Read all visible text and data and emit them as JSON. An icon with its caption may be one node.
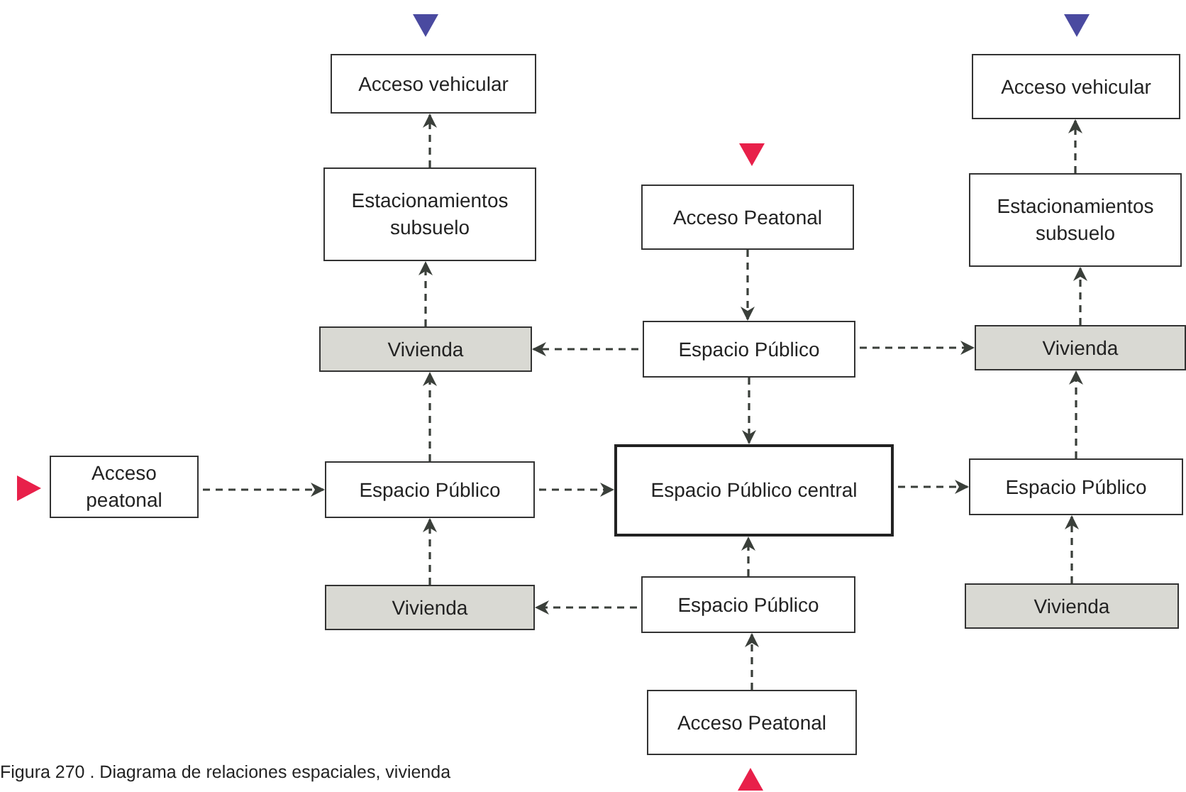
{
  "diagram": {
    "caption": "Figura 270 . Diagrama de relaciones espaciales, vivienda",
    "nodes": [
      {
        "text": [
          "Acceso vehicular"
        ]
      },
      {
        "text": [
          "Estacionamientos subsuelo"
        ]
      },
      {
        "text": [
          "Acceso Peatonal"
        ]
      },
      {
        "text": [
          "Acceso vehicular"
        ]
      },
      {
        "text": [
          "Estacionamientos subsuelo"
        ]
      },
      {
        "text": [
          "Vivienda"
        ]
      },
      {
        "text": [
          "Espacio Público"
        ]
      },
      {
        "text": [
          "Vivienda"
        ]
      },
      {
        "text": [
          "Acceso peatonal"
        ]
      },
      {
        "text": [
          "Espacio Público"
        ]
      },
      {
        "text": [
          "Espacio Público central"
        ]
      },
      {
        "text": [
          "Espacio Público"
        ]
      },
      {
        "text": [
          "Vivienda"
        ]
      },
      {
        "text": [
          "Espacio Público"
        ]
      },
      {
        "text": [
          "Vivienda"
        ]
      },
      {
        "text": [
          "Acceso Peatonal"
        ]
      }
    ],
    "edges": [
      {
        "from": 1,
        "to": 0,
        "arrow": "to",
        "style": "dashed"
      },
      {
        "from": 5,
        "to": 1,
        "arrow": "to",
        "style": "dashed"
      },
      {
        "from": 4,
        "to": 3,
        "arrow": "to",
        "style": "dashed"
      },
      {
        "from": 7,
        "to": 4,
        "arrow": "to",
        "style": "dashed"
      },
      {
        "from": 2,
        "to": 6,
        "arrow": "to",
        "style": "dashed"
      },
      {
        "from": 6,
        "to": 5,
        "arrow": "to",
        "style": "dashed"
      },
      {
        "from": 6,
        "to": 7,
        "arrow": "to",
        "style": "dashed"
      },
      {
        "from": 6,
        "to": 10,
        "arrow": "to",
        "style": "dashed"
      },
      {
        "from": 9,
        "to": 5,
        "arrow": "to",
        "style": "dashed"
      },
      {
        "from": 8,
        "to": 9,
        "arrow": "to",
        "style": "dashed"
      },
      {
        "from": 9,
        "to": 10,
        "arrow": "to",
        "style": "dashed"
      },
      {
        "from": 10,
        "to": 11,
        "arrow": "to",
        "style": "dashed"
      },
      {
        "from": 11,
        "to": 7,
        "arrow": "to",
        "style": "dashed"
      },
      {
        "from": 12,
        "to": 9,
        "arrow": "to",
        "style": "dashed"
      },
      {
        "from": 13,
        "to": 10,
        "arrow": "to",
        "style": "dashed"
      },
      {
        "from": 13,
        "to": 12,
        "arrow": "to",
        "style": "dashed"
      },
      {
        "from": 14,
        "to": 11,
        "arrow": "to",
        "style": "dashed"
      },
      {
        "from": 15,
        "to": 13,
        "arrow": "to",
        "style": "dashed"
      }
    ]
  }
}
